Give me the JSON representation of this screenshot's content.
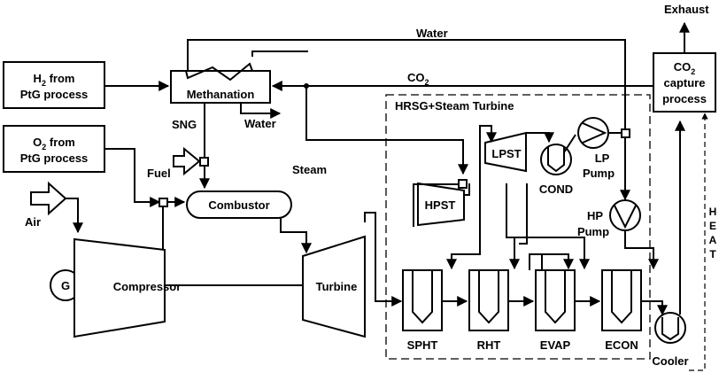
{
  "labels": {
    "exhaust": "Exhaust",
    "water_top": "Water",
    "co2": "CO",
    "co2_sub": "2",
    "h2_a": "H",
    "h2_sub": "2",
    "h2_b": " from",
    "h2_line2": "PtG process",
    "o2_a": "O",
    "o2_sub": "2",
    "o2_b": " from",
    "o2_line2": "PtG process",
    "methanation": "Methanation",
    "water_out": "Water",
    "sng": "SNG",
    "fuel": "Fuel",
    "steam": "Steam",
    "combustor": "Combustor",
    "air": "Air",
    "generator": "G",
    "compressor": "Compressor",
    "turbine": "Turbine",
    "hrsg_title": "HRSG+Steam Turbine",
    "lpst": "LPST",
    "hpst": "HPST",
    "cond": "COND",
    "lp_pump_1": "LP",
    "lp_pump_2": "Pump",
    "hp_pump_1": "HP",
    "hp_pump_2": "Pump",
    "spht": "SPHT",
    "rht": "RHT",
    "evap": "EVAP",
    "econ": "ECON",
    "cooler": "Cooler",
    "capture_1": "CO",
    "capture_1_sub": "2",
    "capture_2": "capture",
    "capture_3": "process",
    "heat": [
      "H",
      "E",
      "A",
      "T"
    ]
  }
}
